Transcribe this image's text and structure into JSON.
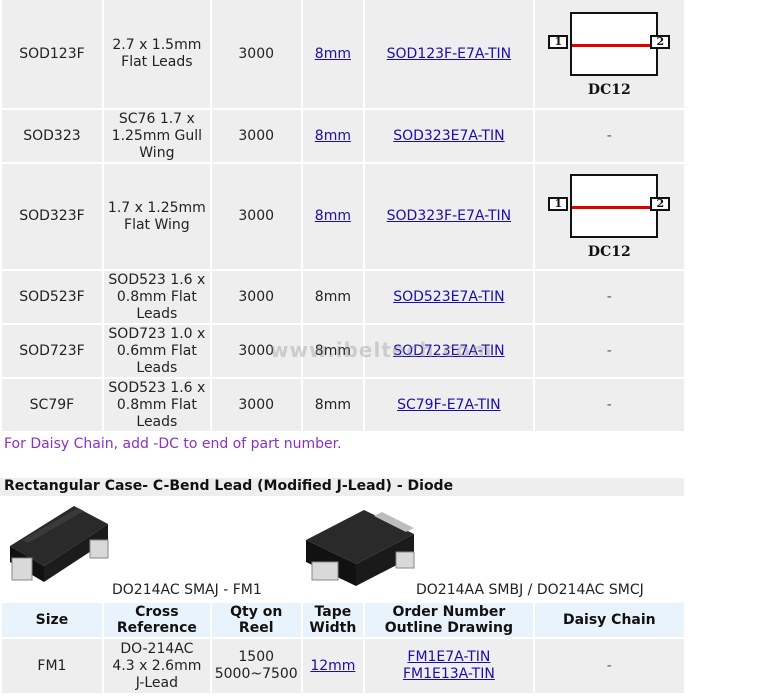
{
  "top_rows": [
    {
      "size": "SOD123F",
      "cross_reference": "2.7 x 1.5mm Flat Leads",
      "qty_on_reel": "3000",
      "tape_width": "8mm",
      "tape_width_link": true,
      "order_number": "SOD123F-E7A-TIN",
      "daisy_chain": "DC12",
      "has_drawing": true
    },
    {
      "size": "SOD323",
      "cross_reference": "SC76 1.7 x 1.25mm Gull Wing",
      "qty_on_reel": "3000",
      "tape_width": "8mm",
      "tape_width_link": true,
      "order_number": "SOD323E7A-TIN",
      "daisy_chain": "-",
      "has_drawing": false
    },
    {
      "size": "SOD323F",
      "cross_reference": "1.7 x 1.25mm Flat Wing",
      "qty_on_reel": "3000",
      "tape_width": "8mm",
      "tape_width_link": true,
      "order_number": "SOD323F-E7A-TIN",
      "daisy_chain": "DC12",
      "has_drawing": true
    },
    {
      "size": "SOD523F",
      "cross_reference": "SOD523 1.6 x 0.8mm Flat Leads",
      "qty_on_reel": "3000",
      "tape_width": "8mm",
      "tape_width_link": false,
      "order_number": "SOD523E7A-TIN",
      "daisy_chain": "-",
      "has_drawing": false
    },
    {
      "size": "SOD723F",
      "cross_reference": "SOD723 1.0 x 0.6mm Flat Leads",
      "qty_on_reel": "3000",
      "tape_width": "8mm",
      "tape_width_link": false,
      "order_number": "SOD723E7A-TIN",
      "daisy_chain": "-",
      "has_drawing": false
    },
    {
      "size": "SC79F",
      "cross_reference": "SOD523 1.6 x 0.8mm Flat Leads",
      "qty_on_reel": "3000",
      "tape_width": "8mm",
      "tape_width_link": false,
      "order_number": "SC79F-E7A-TIN",
      "daisy_chain": "-",
      "has_drawing": false
    }
  ],
  "pin_labels": {
    "left": "1",
    "right": "2"
  },
  "note": "For Daisy Chain, add -DC to end of part number.",
  "watermark": "www.ibeltech.com",
  "section_title": "Rectangular Case- C-Bend Lead (Modified J-Lead) - Diode",
  "packages": [
    {
      "caption": "DO214AC SMAJ - FM1"
    },
    {
      "caption": "DO214AA SMBJ / DO214AC SMCJ"
    }
  ],
  "bottom_table": {
    "headers": [
      "Size",
      "Cross Reference",
      "Qty on Reel",
      "Tape Width",
      "Order Number Outline Drawing",
      "Daisy Chain"
    ],
    "rows": [
      {
        "size": "FM1",
        "cross_reference": [
          "DO-214AC",
          "4.3 x 2.6mm",
          "J-Lead"
        ],
        "qty_on_reel": [
          "1500",
          "5000~7500"
        ],
        "tape_width": "12mm",
        "order_numbers": [
          "FM1E7A-TIN",
          "FM1E13A-TIN"
        ],
        "daisy_chain": "-"
      }
    ]
  },
  "colors": {
    "cell_bg": "#eeeeee",
    "header_bg": "#e9f3fc",
    "link": "#1a0dab",
    "note": "#8b2fc9",
    "drawing_line": "#e00000"
  }
}
